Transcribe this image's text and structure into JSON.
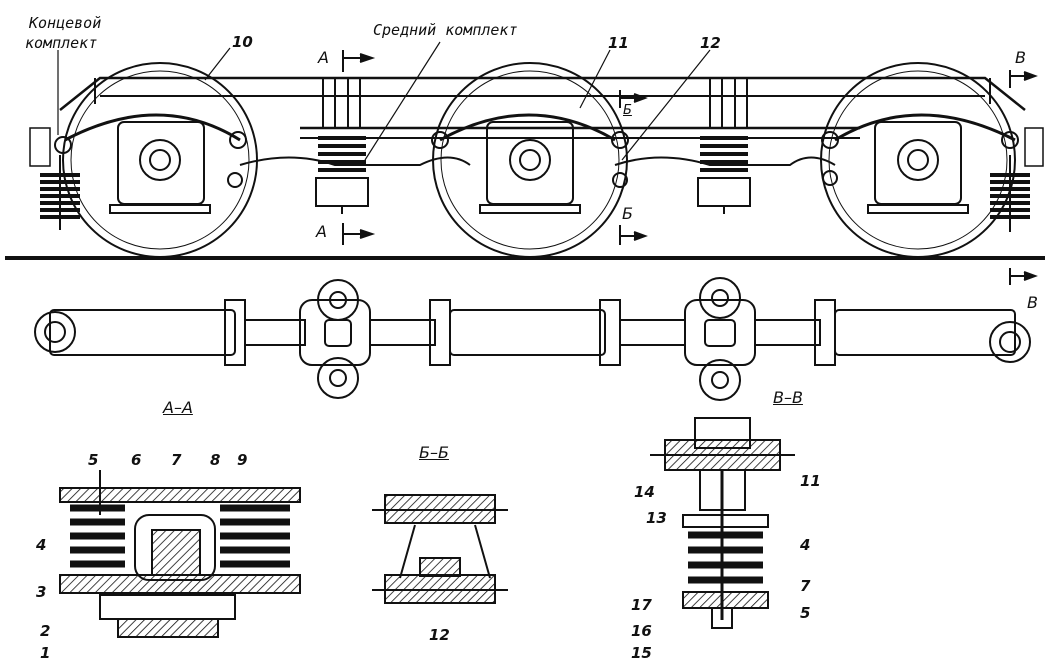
{
  "labels": {
    "end_set": "Концевой комплект",
    "end_set_line1": "Концевой",
    "end_set_line2": "комплект",
    "middle_set": "Средний комплект"
  },
  "section_marks": {
    "a_top": "А",
    "a_bottom": "А",
    "b_top": "Б",
    "b_bottom": "Б",
    "v_top": "В",
    "v_bottom": "В"
  },
  "section_titles": {
    "aa": "А–А",
    "bb": "Б–Б",
    "vv": "В–В"
  },
  "part_numbers": {
    "n1": "1",
    "n2": "2",
    "n3": "3",
    "n4": "4",
    "n5": "5",
    "n6": "6",
    "n7": "7",
    "n8": "8",
    "n9": "9",
    "n10": "10",
    "n11": "11",
    "n12": "12",
    "n4b": "4",
    "n5b": "5",
    "n7b": "7",
    "n11b": "11",
    "n12b": "12",
    "n13": "13",
    "n14": "14",
    "n15": "15",
    "n16": "16",
    "n17": "17"
  }
}
